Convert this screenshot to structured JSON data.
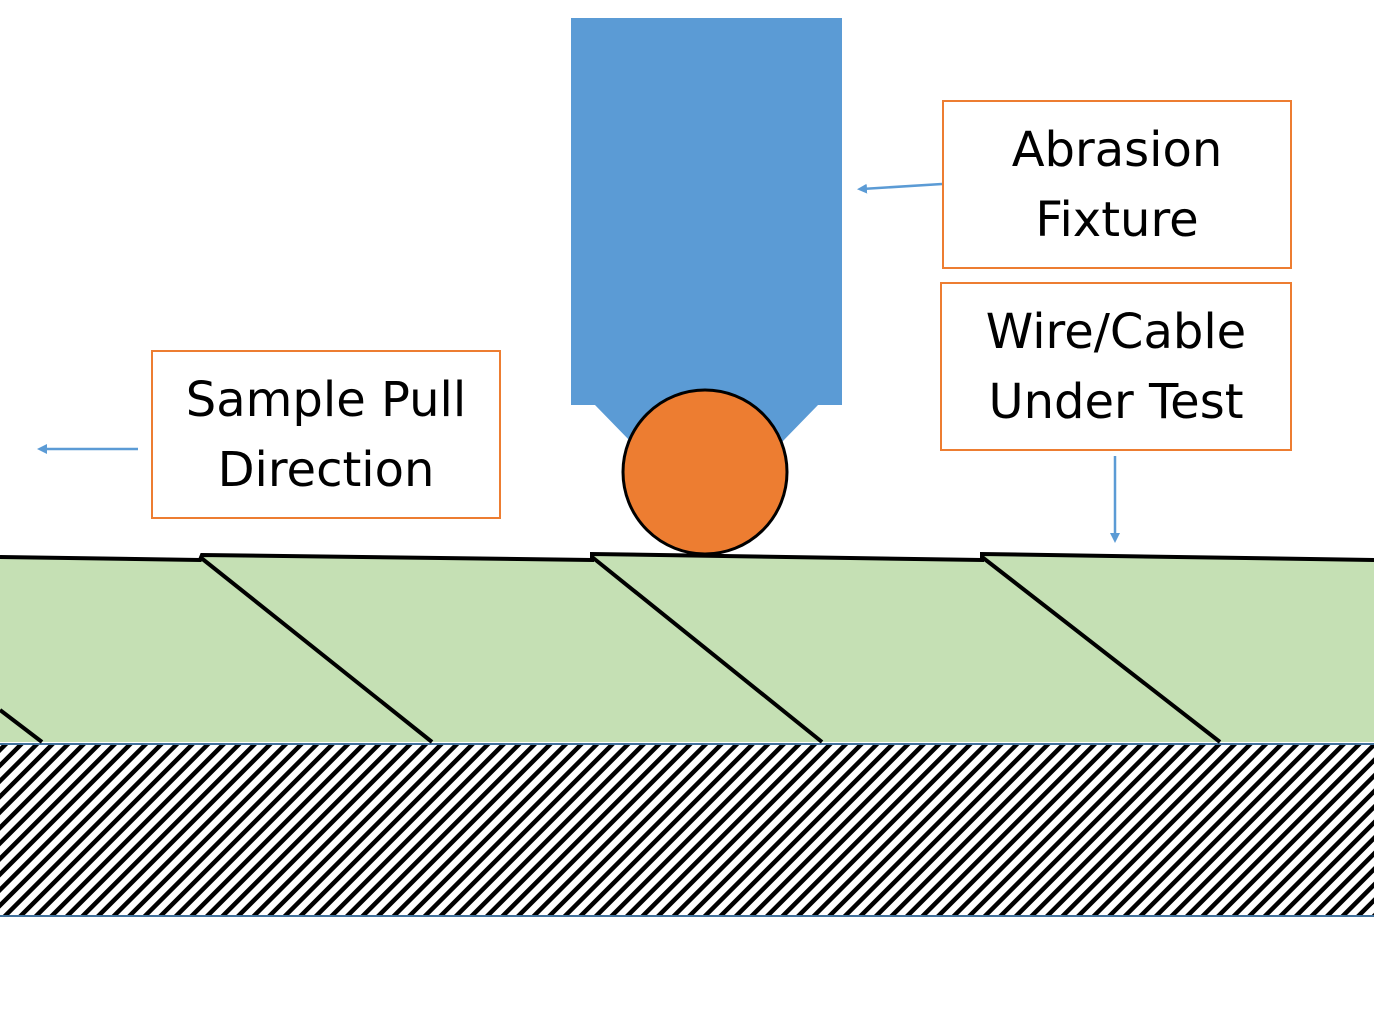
{
  "labels": {
    "abrasion_fixture": [
      "Abrasion",
      "Fixture"
    ],
    "wire_cable": [
      "Wire/Cable",
      "Under Test"
    ],
    "sample_pull": [
      "Sample Pull",
      "Direction"
    ]
  },
  "colors": {
    "fixture_blue": "#5B9BD5",
    "ball_orange": "#ED7D31",
    "label_border": "#ED7D31",
    "cable_green": "#C5E0B4",
    "hatch_black": "#000000",
    "arrow_blue": "#5B9BD5",
    "base_edge": "#41719C"
  },
  "icons": {
    "fixture_pointer": "arrow-left-icon",
    "cable_pointer": "arrow-down-icon",
    "pull_direction": "arrow-left-icon"
  }
}
